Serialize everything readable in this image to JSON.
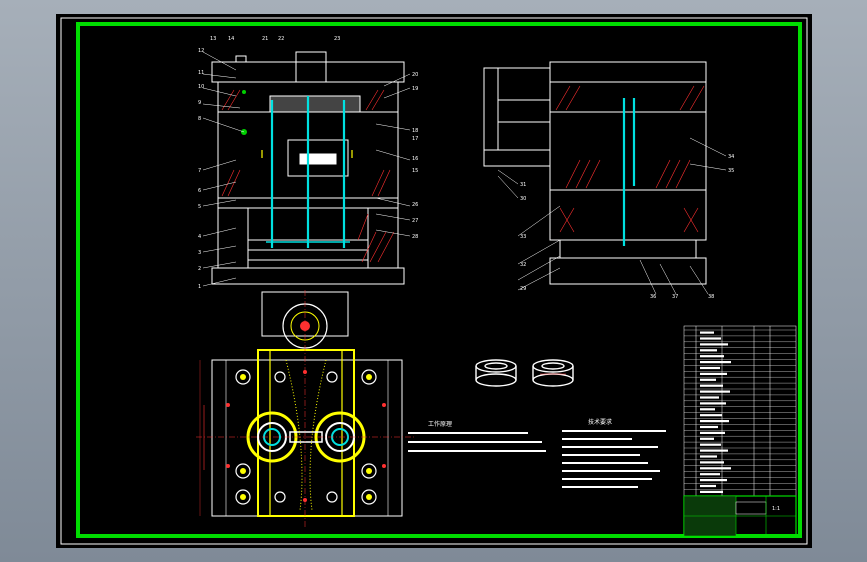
{
  "colors": {
    "paper": "#000000",
    "frame_outer": "#ffffff",
    "frame_inner": "#00dd00",
    "part_line": "#ffffff",
    "hatch": "#ff3030",
    "cooling": "#00e0e0",
    "ejector": "#ffff00",
    "dimension": "#ff3030"
  },
  "front_view": {
    "callouts_left": [
      "12",
      "14",
      "13",
      "11",
      "10",
      "9",
      "8",
      "7",
      "6",
      "5",
      "4",
      "3",
      "2",
      "1"
    ],
    "callouts_top": [
      "21",
      "22",
      "23"
    ],
    "callouts_right": [
      "20",
      "19",
      "18",
      "17",
      "16",
      "15",
      "26",
      "27",
      "28"
    ]
  },
  "side_view": {
    "callouts": [
      "34",
      "35",
      "31",
      "30",
      "33",
      "32",
      "29",
      "36",
      "37",
      "38"
    ]
  },
  "notes": {
    "working_title": "工作原理",
    "requirements_title": "技术要求"
  },
  "title_block": {
    "scale_label": "1:1"
  }
}
